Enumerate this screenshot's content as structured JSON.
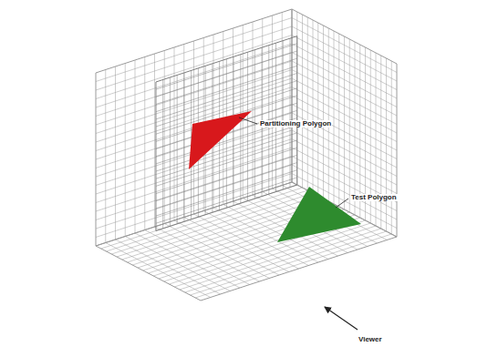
{
  "diagram": {
    "labels": [
      "Partitioning Polygon",
      "Test Polygon",
      "Viewer"
    ]
  }
}
